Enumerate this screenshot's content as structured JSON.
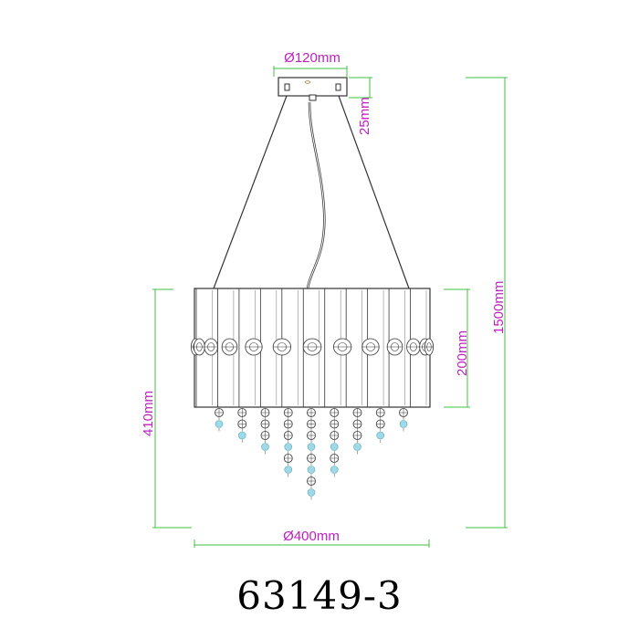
{
  "labels": {
    "canopy_diameter": "Ø120mm",
    "canopy_height": "25mm",
    "total_height": "1500mm",
    "shade_height": "200mm",
    "body_height": "410mm",
    "body_diameter": "Ø400mm"
  },
  "model_number": "63149-3",
  "colors": {
    "dimension_text": "#c020c0",
    "dimension_line": "#40c040",
    "outline": "#333333",
    "crystal_tint": "#9fd8e8"
  },
  "shade": {
    "panel_count": 11
  },
  "drops": [
    {
      "beads": 2
    },
    {
      "beads": 3
    },
    {
      "beads": 4
    },
    {
      "beads": 6
    },
    {
      "beads": 8
    },
    {
      "beads": 6
    },
    {
      "beads": 4
    },
    {
      "beads": 3
    },
    {
      "beads": 2
    }
  ]
}
